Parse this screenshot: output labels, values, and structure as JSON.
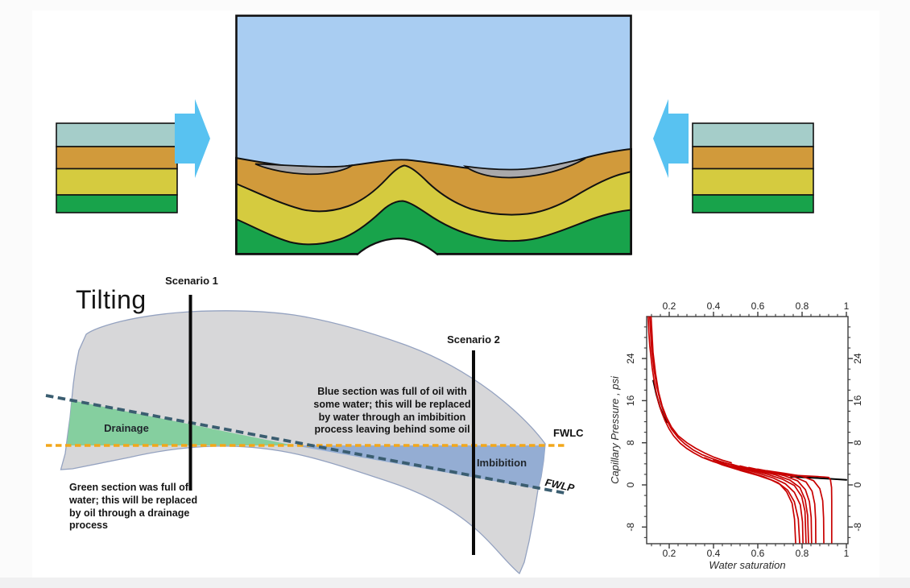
{
  "colors": {
    "page_margin": "#fbfbfb",
    "bottom_band": "#f0f0f1",
    "water_blue": "#a9cdf2",
    "layer_teal": "#a5cdc9",
    "layer_orange": "#d19a3b",
    "layer_yellow": "#d5cb3f",
    "layer_green": "#18a34b",
    "lens_gray": "#a9a9ab",
    "arrow_blue": "#58c2f1",
    "outline_black": "#111111",
    "tilt_gray": "#d7d7d9",
    "tilt_outline": "#94a2c0",
    "drainage_green": "#85cf9f",
    "imbibition_blue": "#94add3",
    "fwlc_orange": "#f2a71b",
    "fwlp_slate": "#3a5d70",
    "chart_red": "#c80000",
    "axis_dark": "#3a3a3a",
    "text_dark": "#1c1c1c"
  },
  "compression_figure": {
    "layer_colors_top_to_bottom": [
      "#a5cdc9",
      "#d19a3b",
      "#d5cb3f",
      "#18a34b"
    ],
    "center_fill_colors": [
      "#a9cdf2",
      "#a9a9ab",
      "#d19a3b",
      "#d5cb3f",
      "#18a34b"
    ]
  },
  "tilting": {
    "title": "Tilting",
    "scenario1": "Scenario 1",
    "scenario2": "Scenario 2",
    "drainage": "Drainage",
    "imbibition": "Imbibition",
    "fwlc": "FWLC",
    "fwlp": "FWLP",
    "green_note_lines": [
      "Green section was full of",
      "water; this will be replaced",
      "by oil through a drainage",
      "process"
    ],
    "blue_note_lines": [
      "Blue section was full of oil with",
      "some water; this will be replaced",
      "by water through an imbibition",
      "process leaving behind some oil"
    ]
  },
  "chart_data": {
    "type": "line",
    "title": "",
    "xlabel": "Water saturation",
    "ylabel": "Capillary Pressure , psi",
    "xlim": [
      0.098,
      1.007
    ],
    "ylim": [
      -11.2,
      32
    ],
    "grid": false,
    "x_ticks": [
      0.2,
      0.4,
      0.6,
      0.8,
      1
    ],
    "x_tick_labels": [
      "0.2",
      "0.4",
      "0.6",
      "0.8",
      "1"
    ],
    "y_ticks": [
      -8,
      0,
      8,
      16,
      24
    ],
    "y_tick_labels": [
      "-8",
      "0",
      "8",
      "16",
      "24"
    ],
    "x_minor_step": 0.04,
    "y_minor_step": 2,
    "series": [
      {
        "name": "reference-segment-upper",
        "color": "#000000",
        "width": 2.0,
        "points": [
          [
            0.128,
            19.8
          ],
          [
            0.142,
            17.2
          ],
          [
            0.158,
            14.8
          ],
          [
            0.175,
            13.0
          ],
          [
            0.19,
            11.9
          ]
        ]
      },
      {
        "name": "reference-segment-lower",
        "color": "#000000",
        "width": 2.0,
        "points": [
          [
            0.75,
            1.55
          ],
          [
            0.85,
            1.35
          ],
          [
            0.93,
            1.15
          ],
          [
            1.0,
            0.95
          ]
        ]
      },
      {
        "name": "primary-drainage-bounding",
        "color": "#c80000",
        "width": 1.7,
        "points": [
          [
            0.105,
            31.9
          ],
          [
            0.108,
            29
          ],
          [
            0.112,
            26.5
          ],
          [
            0.117,
            24.5
          ],
          [
            0.123,
            22.3
          ],
          [
            0.13,
            20.2
          ],
          [
            0.14,
            17.8
          ],
          [
            0.152,
            15.6
          ],
          [
            0.165,
            13.9
          ],
          [
            0.18,
            12.3
          ],
          [
            0.2,
            10.6
          ],
          [
            0.22,
            9.3
          ],
          [
            0.25,
            7.9
          ],
          [
            0.28,
            6.9
          ],
          [
            0.31,
            6.1
          ],
          [
            0.35,
            5.2
          ],
          [
            0.4,
            4.4
          ],
          [
            0.45,
            3.8
          ],
          [
            0.5,
            3.3
          ],
          [
            0.56,
            2.85
          ],
          [
            0.62,
            2.45
          ],
          [
            0.68,
            2.15
          ],
          [
            0.74,
            1.9
          ],
          [
            0.8,
            1.75
          ],
          [
            0.86,
            1.6
          ],
          [
            0.9,
            1.5
          ],
          [
            0.92,
            1.42
          ],
          [
            0.928,
            1.0
          ],
          [
            0.933,
            -0.5
          ],
          [
            0.934,
            -3
          ],
          [
            0.934,
            -11
          ]
        ]
      },
      {
        "name": "drainage-strand-2",
        "color": "#c80000",
        "width": 1.7,
        "points": [
          [
            0.112,
            31.9
          ],
          [
            0.12,
            26
          ],
          [
            0.131,
            22
          ],
          [
            0.145,
            18.5
          ],
          [
            0.16,
            15.8
          ],
          [
            0.175,
            13.8
          ],
          [
            0.19,
            12.2
          ],
          [
            0.21,
            10.6
          ],
          [
            0.24,
            9.0
          ],
          [
            0.27,
            7.8
          ],
          [
            0.31,
            6.6
          ],
          [
            0.35,
            5.7
          ],
          [
            0.4,
            4.9
          ],
          [
            0.45,
            4.2
          ],
          [
            0.5,
            3.65
          ],
          [
            0.55,
            3.25
          ],
          [
            0.6,
            2.9
          ],
          [
            0.64,
            2.65
          ]
        ]
      },
      {
        "name": "drainage-strand-3",
        "color": "#c80000",
        "width": 1.7,
        "points": [
          [
            0.118,
            31.9
          ],
          [
            0.127,
            25.2
          ],
          [
            0.138,
            21.2
          ],
          [
            0.152,
            17.6
          ],
          [
            0.168,
            15.0
          ],
          [
            0.188,
            12.8
          ],
          [
            0.21,
            11.0
          ],
          [
            0.24,
            9.35
          ],
          [
            0.28,
            8.0
          ],
          [
            0.32,
            6.95
          ],
          [
            0.36,
            6.05
          ],
          [
            0.4,
            5.3
          ],
          [
            0.44,
            4.7
          ],
          [
            0.48,
            4.2
          ]
        ]
      },
      {
        "name": "scanning-curve-sw-0.771",
        "color": "#c80000",
        "width": 1.7,
        "points": [
          [
            0.36,
            5.15
          ],
          [
            0.44,
            3.8
          ],
          [
            0.52,
            2.75
          ],
          [
            0.6,
            1.8
          ],
          [
            0.66,
            0.95
          ],
          [
            0.7,
            0.1
          ],
          [
            0.73,
            -1.3
          ],
          [
            0.755,
            -3.5
          ],
          [
            0.766,
            -6.5
          ],
          [
            0.771,
            -11
          ]
        ]
      },
      {
        "name": "scanning-curve-sw-0.789",
        "color": "#c80000",
        "width": 1.7,
        "points": [
          [
            0.4,
            4.75
          ],
          [
            0.48,
            3.45
          ],
          [
            0.56,
            2.45
          ],
          [
            0.63,
            1.5
          ],
          [
            0.69,
            0.45
          ],
          [
            0.735,
            -1.0
          ],
          [
            0.765,
            -3.2
          ],
          [
            0.783,
            -6.5
          ],
          [
            0.789,
            -11
          ]
        ]
      },
      {
        "name": "scanning-curve-sw-0.804",
        "color": "#c80000",
        "width": 1.7,
        "points": [
          [
            0.44,
            4.35
          ],
          [
            0.52,
            3.2
          ],
          [
            0.6,
            2.25
          ],
          [
            0.67,
            1.3
          ],
          [
            0.725,
            0.2
          ],
          [
            0.765,
            -1.4
          ],
          [
            0.792,
            -3.8
          ],
          [
            0.802,
            -7
          ],
          [
            0.804,
            -11
          ]
        ]
      },
      {
        "name": "scanning-curve-sw-0.818",
        "color": "#c80000",
        "width": 1.7,
        "points": [
          [
            0.48,
            3.95
          ],
          [
            0.56,
            2.95
          ],
          [
            0.64,
            2.05
          ],
          [
            0.71,
            1.1
          ],
          [
            0.765,
            -0.1
          ],
          [
            0.798,
            -2.2
          ],
          [
            0.813,
            -5
          ],
          [
            0.818,
            -11
          ]
        ]
      },
      {
        "name": "scanning-curve-sw-0.829",
        "color": "#c80000",
        "width": 1.7,
        "points": [
          [
            0.52,
            3.6
          ],
          [
            0.6,
            2.75
          ],
          [
            0.68,
            1.9
          ],
          [
            0.745,
            0.9
          ],
          [
            0.79,
            -0.5
          ],
          [
            0.814,
            -2.8
          ],
          [
            0.825,
            -5.8
          ],
          [
            0.829,
            -11
          ]
        ]
      },
      {
        "name": "scanning-curve-sw-0.843",
        "color": "#c80000",
        "width": 1.7,
        "points": [
          [
            0.56,
            3.3
          ],
          [
            0.64,
            2.55
          ],
          [
            0.72,
            1.75
          ],
          [
            0.78,
            0.75
          ],
          [
            0.815,
            -0.9
          ],
          [
            0.833,
            -3.2
          ],
          [
            0.841,
            -6.2
          ],
          [
            0.843,
            -11
          ]
        ]
      },
      {
        "name": "scanning-curve-sw-0.862",
        "color": "#c80000",
        "width": 1.7,
        "points": [
          [
            0.6,
            3.0
          ],
          [
            0.68,
            2.35
          ],
          [
            0.76,
            1.6
          ],
          [
            0.818,
            0.55
          ],
          [
            0.845,
            -1.2
          ],
          [
            0.857,
            -3.6
          ],
          [
            0.861,
            -6.6
          ],
          [
            0.862,
            -11
          ]
        ]
      },
      {
        "name": "scanning-curve-sw-0.898",
        "color": "#c80000",
        "width": 1.7,
        "points": [
          [
            0.64,
            2.7
          ],
          [
            0.72,
            2.2
          ],
          [
            0.8,
            1.65
          ],
          [
            0.852,
            0.8
          ],
          [
            0.88,
            -0.7
          ],
          [
            0.893,
            -3
          ],
          [
            0.897,
            -6.3
          ],
          [
            0.898,
            -11
          ]
        ]
      }
    ]
  }
}
